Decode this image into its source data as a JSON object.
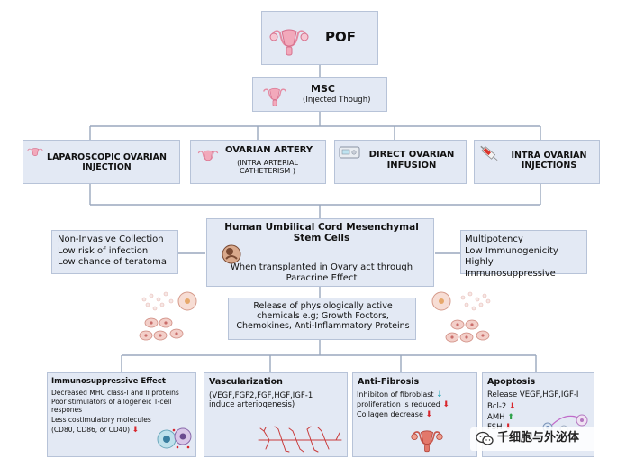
{
  "pof": {
    "title": "POF"
  },
  "msc": {
    "title": "MSC",
    "subtitle": "(Injected Though)"
  },
  "routes": [
    {
      "title": "LAPAROSCOPIC OVARIAN INJECTION",
      "subtitle": ""
    },
    {
      "title": "OVARIAN ARTERY",
      "subtitle": "(INTRA ARTERIAL CATHETERISM )"
    },
    {
      "title": "DIRECT OVARIAN INFUSION",
      "subtitle": ""
    },
    {
      "title": "INTRA OVARIAN INJECTIONS",
      "subtitle": ""
    }
  ],
  "hucmsc": {
    "title": "Human Umbilical Cord Mesenchymal Stem Cells",
    "text": "When transplanted in Ovary act through Paracrine Effect"
  },
  "left_note": {
    "lines": [
      "Non-Invasive Collection",
      "Low risk of infection",
      "Low chance of teratoma"
    ]
  },
  "right_note": {
    "lines": [
      "Multipotency",
      "Low Immunogenicity",
      "Highly Immunosuppressive"
    ]
  },
  "release": {
    "text": "Release of physiologically active chemicals e.g; Growth Foctors, Chemokines, Anti-Inflammatory Proteins"
  },
  "effects": {
    "immuno": {
      "title": "Immunosuppressive Effect",
      "lines": [
        "Decreased MHC class-I and II proteins",
        "Poor stimulators of allogeneic T-cell respones",
        "Less costimulatory molecules",
        "(CD80, CD86, or CD40)"
      ],
      "arrow": "⬇"
    },
    "vasc": {
      "title": "Vascularization",
      "text": "(VEGF,FGF2,FGF,HGF,IGF-1 induce arteriogenesis)"
    },
    "fibro": {
      "title": "Anti-Fibrosis",
      "line1": "Inhibiton of fibroblast",
      "line1_arrow": "↓",
      "line2": "proliferation is reduced",
      "line2_arrow": "⬇",
      "line3": "Collagen decrease",
      "line3_arrow": "⬇"
    },
    "apop": {
      "title": "Apoptosis",
      "line1": "Release VEGF,HGF,IGF-I",
      "line2": "Bcl-2",
      "line2_arrow": "⬇",
      "line3": "AMH",
      "line3_arrow": "⬆",
      "line4": "FSH",
      "line4_arrow": "⬇"
    }
  },
  "watermark": {
    "text": "千细胞与外泌体"
  },
  "colors": {
    "box_fill": "#e3e9f4",
    "box_border": "#b7c3d8",
    "connector": "#9aa7bd",
    "uterus": "#e58aa2"
  }
}
